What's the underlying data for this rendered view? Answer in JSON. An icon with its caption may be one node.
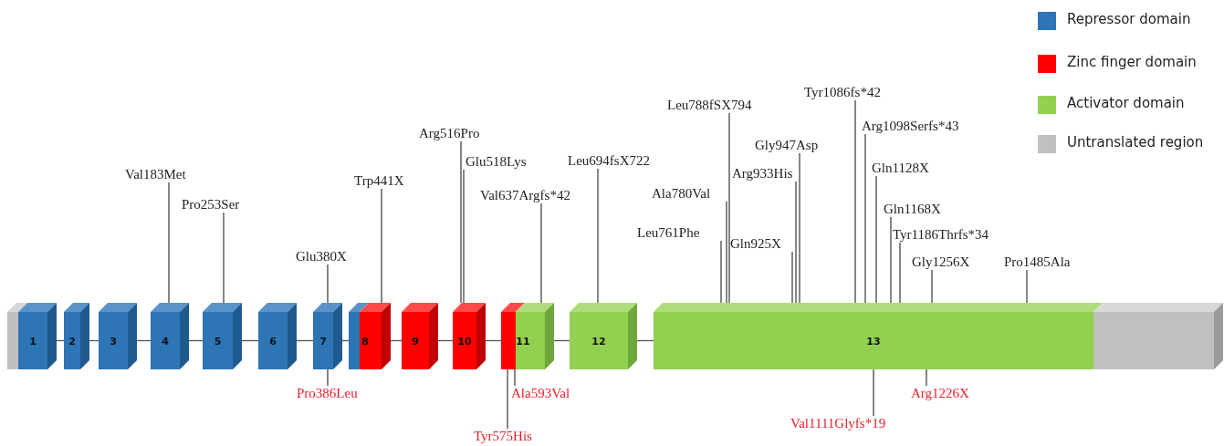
{
  "diagram": {
    "nodes": [
      {
        "text": [],
        "shape": "box"
      },
      {
        "text": [
          "1"
        ]
      },
      {
        "text": [
          "2"
        ]
      },
      {
        "text": [
          "3"
        ]
      },
      {
        "text": [
          "4"
        ]
      },
      {
        "text": [
          "5"
        ]
      },
      {
        "text": [
          "6"
        ]
      },
      {
        "text": [
          "7"
        ]
      },
      {
        "text": [
          "8"
        ]
      },
      {
        "text": [
          "9"
        ]
      },
      {
        "text": [
          "10"
        ]
      },
      {
        "text": [
          "11"
        ]
      },
      {
        "text": [
          "12"
        ]
      },
      {
        "text": [
          "13"
        ]
      },
      {
        "text": [],
        "shape": "box"
      },
      {
        "text": [
          "Val183Met"
        ]
      },
      {
        "text": [
          "Pro253Ser"
        ]
      },
      {
        "text": [
          "Glu380X"
        ]
      },
      {
        "text": [
          "Pro386Leu"
        ]
      },
      {
        "text": [
          "Trp441X"
        ]
      },
      {
        "text": [
          "Arg516Pro"
        ]
      },
      {
        "text": [
          "Glu518Lys"
        ]
      },
      {
        "text": [
          "Tyr575His"
        ]
      },
      {
        "text": [
          "Ala593Val"
        ]
      },
      {
        "text": [
          "Val637Argfs*42"
        ]
      },
      {
        "text": [
          "Leu694fsX722"
        ]
      },
      {
        "text": [
          "Leu761Phe"
        ]
      },
      {
        "text": [
          "Ala780Val"
        ]
      },
      {
        "text": [
          "Leu788fSX794"
        ]
      },
      {
        "text": [
          "Gln925X"
        ]
      },
      {
        "text": [
          "Arg933His"
        ]
      },
      {
        "text": [
          "Gly947Asp"
        ]
      },
      {
        "text": [
          "Tyr1086fs*42"
        ]
      },
      {
        "text": [
          "Arg1098Serfs*43"
        ]
      },
      {
        "text": [
          "Val1111Glyfs*19"
        ]
      },
      {
        "text": [
          "Gln1128X"
        ]
      },
      {
        "text": [
          "Gln1168X"
        ]
      },
      {
        "text": [
          "Tyr1186Thrfs*34"
        ]
      },
      {
        "text": [
          "Arg1226X"
        ]
      },
      {
        "text": [
          "Gly1256X"
        ]
      },
      {
        "text": [
          "Pro1485Ala"
        ]
      }
    ],
    "edges": [
      {
        "from": 1,
        "to": 2,
        "arrow": "none"
      },
      {
        "from": 2,
        "to": 3,
        "arrow": "none"
      },
      {
        "from": 3,
        "to": 4,
        "arrow": "none"
      },
      {
        "from": 4,
        "to": 5,
        "arrow": "none"
      },
      {
        "from": 5,
        "to": 6,
        "arrow": "none"
      },
      {
        "from": 6,
        "to": 7,
        "arrow": "none"
      },
      {
        "from": 7,
        "to": 8,
        "arrow": "none"
      },
      {
        "from": 8,
        "to": 9,
        "arrow": "none"
      },
      {
        "from": 9,
        "to": 10,
        "arrow": "none"
      },
      {
        "from": 10,
        "to": 11,
        "arrow": "none"
      },
      {
        "from": 11,
        "to": 12,
        "arrow": "none"
      },
      {
        "from": 12,
        "to": 13,
        "arrow": "none"
      },
      {
        "from": 15,
        "to": 4,
        "arrow": "none"
      },
      {
        "from": 16,
        "to": 5,
        "arrow": "none"
      },
      {
        "from": 17,
        "to": 7,
        "arrow": "none"
      },
      {
        "from": 18,
        "to": 7,
        "arrow": "none"
      },
      {
        "from": 19,
        "to": 8,
        "arrow": "none"
      },
      {
        "from": 20,
        "to": 10,
        "arrow": "none"
      },
      {
        "from": 21,
        "to": 10,
        "arrow": "none"
      },
      {
        "from": 22,
        "to": 11,
        "arrow": "none"
      },
      {
        "from": 23,
        "to": 11,
        "arrow": "none"
      },
      {
        "from": 24,
        "to": 11,
        "arrow": "none"
      },
      {
        "from": 25,
        "to": 12,
        "arrow": "none"
      },
      {
        "from": 26,
        "to": 13,
        "arrow": "none"
      },
      {
        "from": 27,
        "to": 13,
        "arrow": "none"
      },
      {
        "from": 28,
        "to": 13,
        "arrow": "none"
      },
      {
        "from": 29,
        "to": 13,
        "arrow": "none"
      },
      {
        "from": 30,
        "to": 13,
        "arrow": "none"
      },
      {
        "from": 31,
        "to": 13,
        "arrow": "none"
      },
      {
        "from": 32,
        "to": 13,
        "arrow": "none"
      },
      {
        "from": 33,
        "to": 13,
        "arrow": "none"
      },
      {
        "from": 34,
        "to": 13,
        "arrow": "none"
      },
      {
        "from": 35,
        "to": 13,
        "arrow": "none"
      },
      {
        "from": 36,
        "to": 13,
        "arrow": "none"
      },
      {
        "from": 37,
        "to": 13,
        "arrow": "none"
      },
      {
        "from": 38,
        "to": 13,
        "arrow": "none"
      },
      {
        "from": 39,
        "to": 13,
        "arrow": "none"
      },
      {
        "from": 40,
        "to": 13,
        "arrow": "none"
      }
    ],
    "legend": [
      {
        "text": "Repressor domain",
        "color": "#2e75b6"
      },
      {
        "text": "Zinc finger domain",
        "color": "#ff0000"
      },
      {
        "text": "Activator domain",
        "color": "#92d050"
      },
      {
        "text": "Untranslated region",
        "color": "#c0c0c0"
      }
    ]
  }
}
